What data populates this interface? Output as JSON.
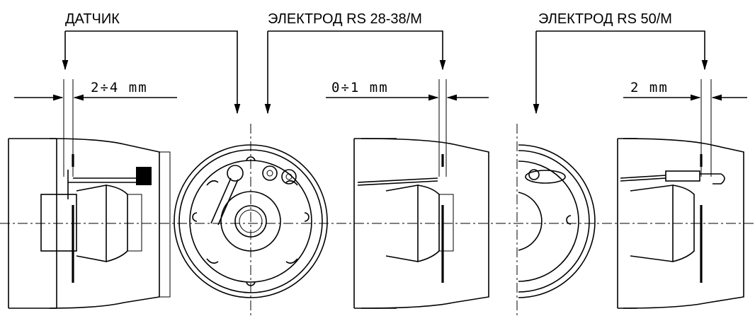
{
  "labels": {
    "sensor": "ДАТЧИК",
    "electrode_28_38": "ЭЛЕКТРОД RS 28-38/M",
    "electrode_50": "ЭЛЕКТРОД RS 50/M"
  },
  "dimensions": {
    "sensor_gap": "2÷4 mm",
    "electrode_28_38_gap": "0÷1 mm",
    "electrode_50_gap": "2 mm"
  }
}
